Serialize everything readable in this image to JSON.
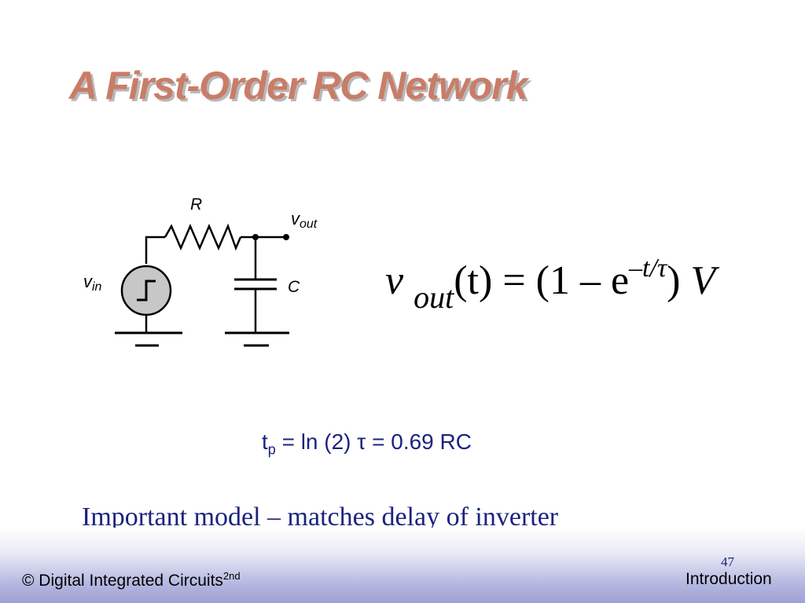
{
  "title": "A First-Order RC Network",
  "circuit": {
    "resistor_label": "R",
    "capacitor_label": "C",
    "input_label": {
      "main": "v",
      "sub": "in"
    },
    "output_label": {
      "main": "v",
      "sub": "out"
    }
  },
  "equation": {
    "lhs_var": "v",
    "lhs_sub": "out",
    "lhs_arg": "(t)",
    "equals": "=",
    "paren_open": "(1 – e",
    "exponent": "–t/τ",
    "paren_close": ")",
    "rhs_var": "V"
  },
  "formula": {
    "var": "t",
    "sub": "p",
    "rest": "= ln (2) τ = 0.69 RC"
  },
  "statement": "Important model – matches delay of inverter",
  "footer": {
    "copyright": "© Digital Integrated Circuits",
    "copyright_sup": "2nd",
    "page_number": "47",
    "section": "Introduction"
  }
}
